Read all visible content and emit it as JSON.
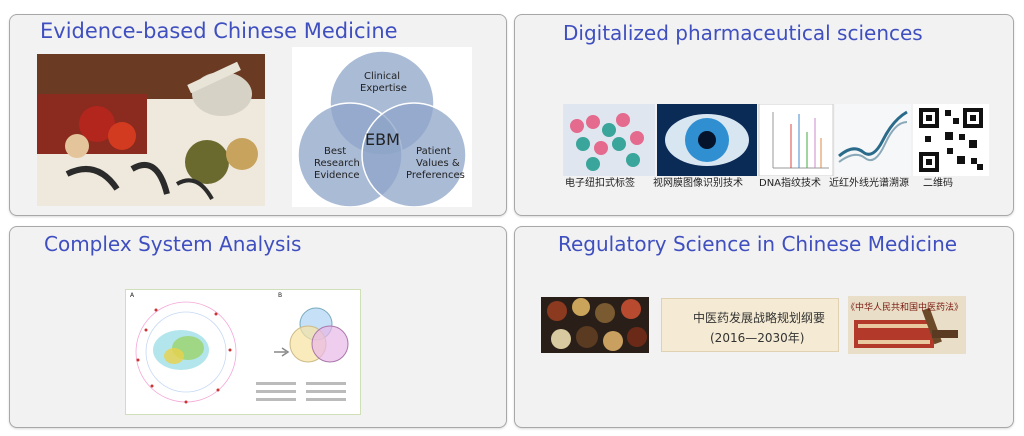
{
  "panels": {
    "ebm": {
      "title": "Evidence-based Chinese Medicine",
      "venn": {
        "center": "EBM",
        "top": [
          "Clinical",
          "Expertise"
        ],
        "left": [
          "Best",
          "Research",
          "Evidence"
        ],
        "right": [
          "Patient",
          "Values &",
          "Preferences"
        ]
      }
    },
    "digital": {
      "title": "Digitalized pharmaceutical sciences",
      "captions": [
        "电子纽扣式标签",
        "视网膜图像识别技术",
        "DNA指纹技术",
        "近红外线光谱溯源",
        "二维码"
      ]
    },
    "complex": {
      "title": "Complex System Analysis",
      "figure": {
        "label_a": "A",
        "label_b": "B"
      }
    },
    "regulatory": {
      "title": "Regulatory Science in Chinese Medicine",
      "doc1": {
        "line1": "中医药发展战略规划纲要",
        "line2": "(2016—2030年)"
      },
      "doc2": {
        "title": "《中华人民共和国中医药法》"
      }
    }
  },
  "colors": {
    "title": "#3f4fc0",
    "venn_fill": "#8ea4c8",
    "panel_bg": "#f2f2f2"
  }
}
